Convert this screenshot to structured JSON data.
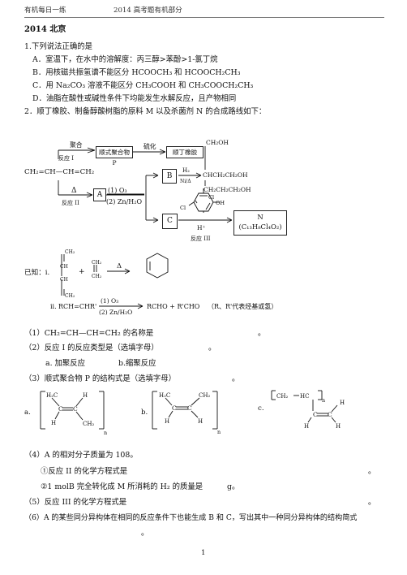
{
  "header": {
    "left": "有机每日一练",
    "right": "2014 高考题有机部分"
  },
  "section_title": "2014 北京",
  "q1": {
    "stem": "1.下列说法正确的是",
    "options": [
      "A．室温下，在水中的溶解度：丙三醇>苯酚>1-氯丁烷",
      "B．用核磁共振氢谱不能区分 HCOOCH₃ 和 HCOOCH₂CH₃",
      "C．用 Na₂CO₃ 溶液不能区分 CH₃COOH 和 CH₃COOCH₂CH₃",
      "D．油脂在酸性或碱性条件下均能发生水解反应，且产物相同"
    ]
  },
  "q2": {
    "stem": "2．顺丁橡胶、制备醇酸树脂的原料 M 以及杀菌剂 N 的合成路线如下：",
    "scheme": {
      "start": "CH₂=CH—CH=CH₂",
      "polymerize": "聚合",
      "reaction1": "反应 I",
      "box_p": "顺式聚合物 P",
      "vulcanize": "硫化",
      "box_rubber": "顺丁橡胶",
      "delta": "Δ",
      "reaction2": "反应 II",
      "a": "A",
      "step1": "(1) O₃",
      "step2": "(2) Zn/H₂O",
      "b": "B",
      "h2": "H₂",
      "ni": "Ni/Δ",
      "m_line1": "CH₂OH",
      "m_line2": "CHCH₂CH₂OH",
      "m_line3": "CH₂CH₂CH₂OH",
      "c": "C",
      "cl": "Cl",
      "oh": "OH",
      "hplus": "H⁺",
      "n_line1": "N",
      "n_line2": "(C₁₃H₈Cl₄O₂)",
      "reaction3": "反应 III"
    },
    "known": {
      "label": "已知：i.",
      "diene_ch2_top": "CH₂",
      "diene_ch": "CH",
      "diene_ch2_bottom": "CH₂",
      "dienophile": "CH₂",
      "plus": "+",
      "delta": "Δ",
      "ii_label": "ii.",
      "ii_reactant": "RCH=CHR'",
      "ii_step1": "(1) O₃",
      "ii_step2": "(2) Zn/H₂O",
      "ii_product": "RCHO + R'CHO",
      "ii_note": "（R、R'代表烃基或氢）"
    },
    "parts": {
      "p1": "（1）CH₂=CH—CH=CH₂ 的名称是",
      "p1_end": "。",
      "p2": "（2）反应 I 的反应类型是（选填字母）",
      "p2_end": "。",
      "p2_a": "a. 加聚反应",
      "p2_b": "b.缩聚反应",
      "p3": "（3）顺式聚合物 P 的结构式是（选填字母）",
      "p3_end": "。",
      "opt_a": "a.",
      "opt_b": "b.",
      "opt_c": "c.",
      "h": "H",
      "c": "C",
      "ch2": "CH₂",
      "h2c": "H₂C",
      "hc": "HC",
      "n": "n",
      "p4": "（4）A 的相对分子质量为 108。",
      "p4_1": "①反应 II 的化学方程式是",
      "p4_1_end": "。",
      "p4_2": "②1 molB 完全转化成 M 所消耗的 H₂ 的质量是",
      "p4_2_unit": "g。",
      "p5": "（5）反应 III 的化学方程式是",
      "p5_end": "。",
      "p6": "（6）A 的某些同分异构体在相同的反应条件下也能生成 B 和 C，写出其中一种同分异构体的结构简式",
      "p6_end": "。"
    }
  },
  "page_number": "1"
}
